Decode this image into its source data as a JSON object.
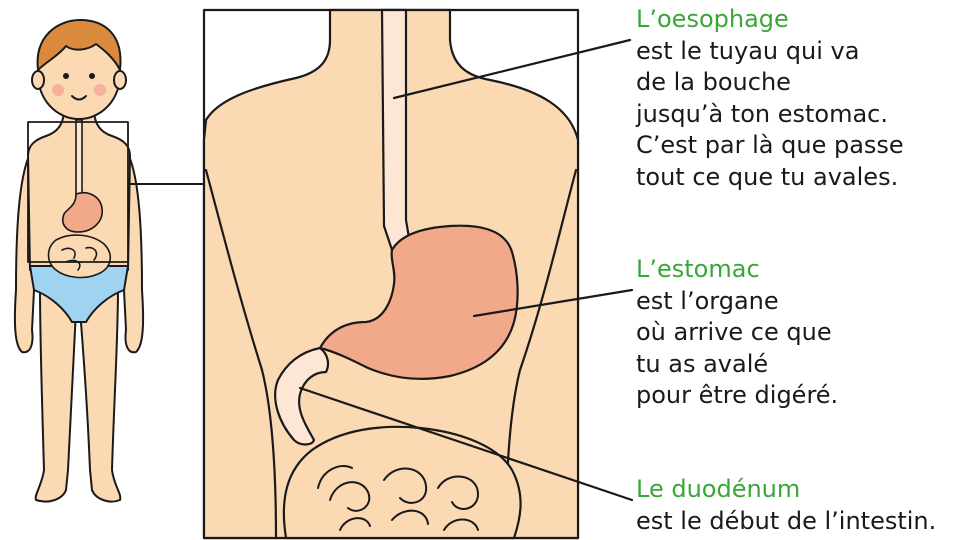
{
  "colors": {
    "skin": "#fbd9b3",
    "organ": "#f2a98a",
    "tube": "#fde7d4",
    "underwear": "#9fd3ef",
    "hair": "#d98a3c",
    "title": "#3aa63a",
    "stroke": "#1a1a1a"
  },
  "labels": {
    "oesophage": {
      "title": "L’oesophage",
      "lines": [
        "est le tuyau qui va",
        "de la bouche",
        "jusqu’à ton estomac.",
        "C’est par là que passe",
        "tout ce que tu avales."
      ]
    },
    "estomac": {
      "title": "L’estomac",
      "lines": [
        "est l’organe",
        "où arrive ce que",
        "tu as avalé",
        "pour être digéré."
      ]
    },
    "duodenum": {
      "title": "Le duodénum",
      "lines": [
        "est le début de l’intestin."
      ]
    }
  }
}
